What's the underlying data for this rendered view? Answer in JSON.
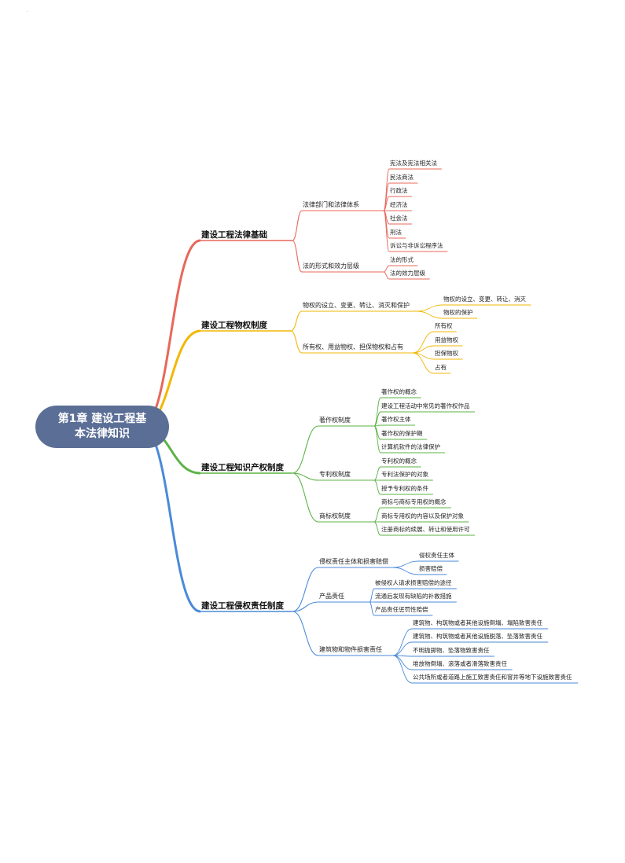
{
  "root": {
    "title": "第1章  建设工程基本法律知识"
  },
  "branches": [
    {
      "label": "建设工程法律基础",
      "color": "#e8675a",
      "children": [
        {
          "label": "法律部门和法律体系",
          "children": [
            "宪法及宪法相关法",
            "民法商法",
            "行政法",
            "经济法",
            "社会法",
            "刑法",
            "诉讼与非诉讼程序法"
          ]
        },
        {
          "label": "法的形式和效力层级",
          "children": [
            "法的形式",
            "法的效力层级"
          ]
        }
      ]
    },
    {
      "label": "建设工程物权制度",
      "color": "#f2b705",
      "children": [
        {
          "label": "物权的设立、变更、转让、消灭和保护",
          "children": [
            "物权的设立、变更、转让、消灭",
            "物权的保护"
          ]
        },
        {
          "label": "所有权、用益物权、担保物权和占有",
          "children": [
            "所有权",
            "用益物权",
            "担保物权",
            "占有"
          ]
        }
      ]
    },
    {
      "label": "建设工程知识产权制度",
      "color": "#5bb346",
      "children": [
        {
          "label": "著作权制度",
          "children": [
            "著作权的概念",
            "建设工程活动中常见的著作权作品",
            "著作权主体",
            "著作权的保护期",
            "计算机软件的法律保护"
          ]
        },
        {
          "label": "专利权制度",
          "children": [
            "专利权的概念",
            "专利法保护的对象",
            "授予专利权的条件"
          ]
        },
        {
          "label": "商标权制度",
          "children": [
            "商标与商标专用权的概念",
            "商标专用权的内容以及保护对象",
            "注册商标的续展、转让和使用许可"
          ]
        }
      ]
    },
    {
      "label": "建设工程侵权责任制度",
      "color": "#4a8ad8",
      "children": [
        {
          "label": "侵权责任主体和损害赔偿",
          "children": [
            "侵权责任主体",
            "损害赔偿"
          ]
        },
        {
          "label": "产品责任",
          "children": [
            "被侵权人请求损害赔偿的途径",
            "流通后发现有缺陷的补救措施",
            "产品责任惩罚性赔偿"
          ]
        },
        {
          "label": "建筑物和物件损害责任",
          "children": [
            "建筑物、构筑物或者其他设施倒塌、塌陷致害责任",
            "建筑物、构筑物或者其他设施脱落、坠落致害责任",
            "不明抛掷物、坠落物致害责任",
            "堆放物倒塌、滚落或者滑落致害责任",
            "公共场所或者道路上施工致害责任和窨井等地下设施致害责任"
          ]
        }
      ]
    }
  ]
}
